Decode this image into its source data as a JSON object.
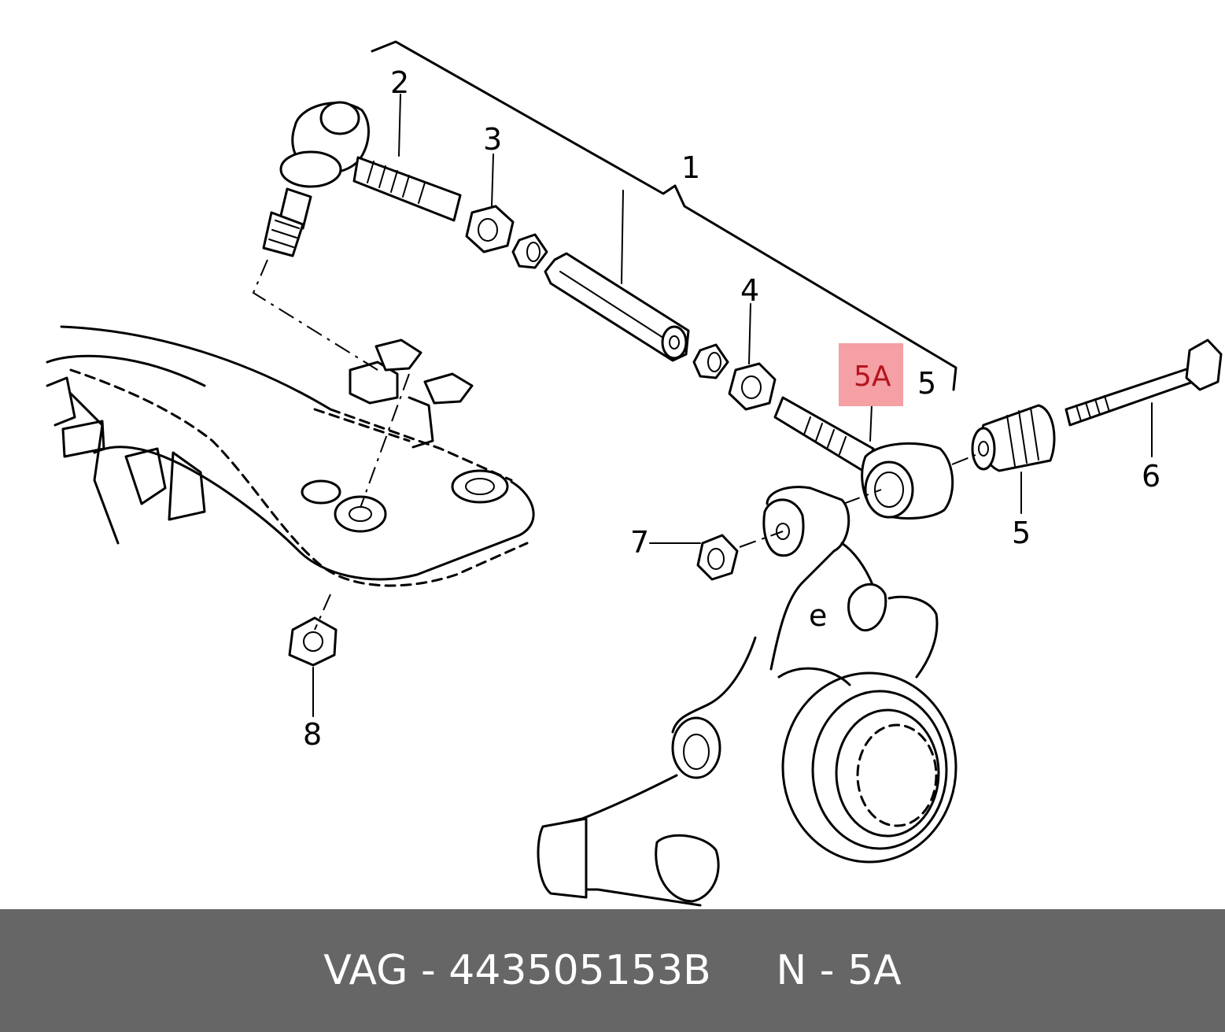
{
  "colors": {
    "footer_background": "#666666",
    "highlight_fill": "#f4a0a4",
    "highlight_text": "#b3151d",
    "line": "#000000"
  },
  "callouts": {
    "c1": "1",
    "c2": "2",
    "c3": "3",
    "c4": "4",
    "c5a": "5A",
    "c5_top": "5",
    "c5_bottom": "5",
    "c6": "6",
    "c7": "7",
    "c8": "8"
  },
  "footer": {
    "brand": "VAG",
    "separator": " - ",
    "part_number": "443505153B",
    "position_label": "N - 5A"
  }
}
